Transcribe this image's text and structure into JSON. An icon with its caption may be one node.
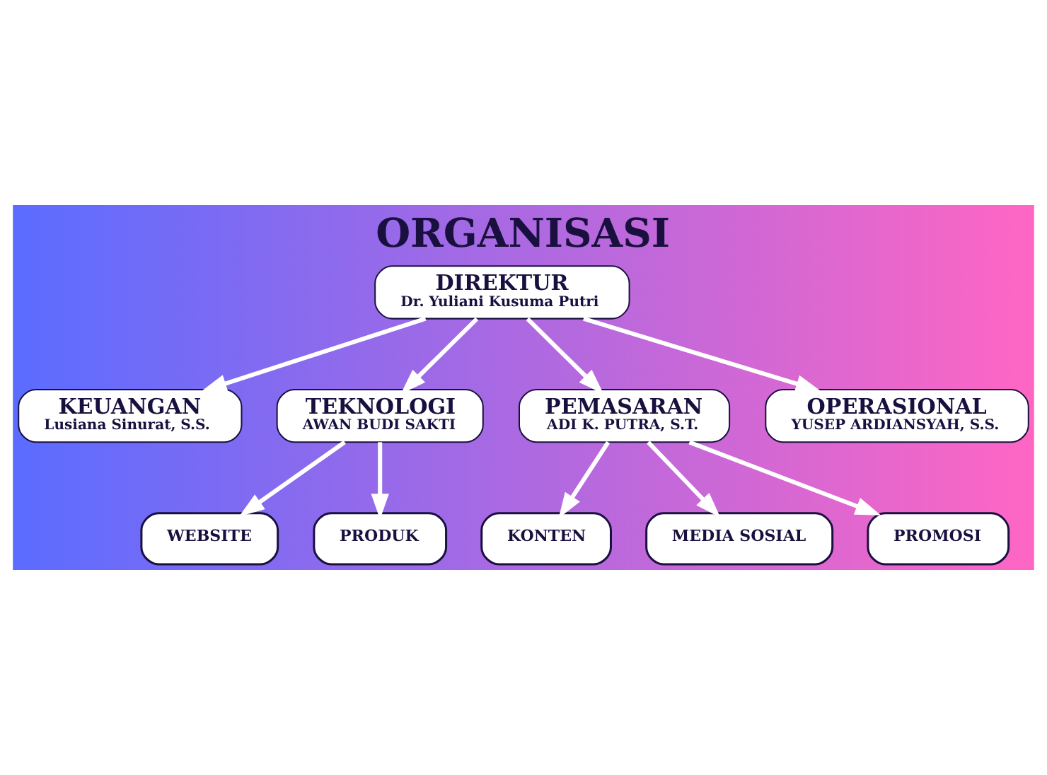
{
  "diagram": {
    "title": "ORGANISASI",
    "nodes": [
      {
        "text": [
          "DIREKTUR",
          "Dr. Yuliani Kusuma Putri"
        ]
      },
      {
        "text": [
          "KEUANGAN",
          "Lusiana Sinurat, S.S."
        ]
      },
      {
        "text": [
          "TEKNOLOGI",
          "AWAN BUDI SAKTI"
        ]
      },
      {
        "text": [
          "PEMASARAN",
          "ADI K. PUTRA, S.T."
        ]
      },
      {
        "text": [
          "OPERASIONAL",
          "YUSEP ARDIANSYAH, S.S."
        ]
      },
      {
        "text": [
          "WEBSITE"
        ]
      },
      {
        "text": [
          "PRODUK"
        ]
      },
      {
        "text": [
          "KONTEN"
        ]
      },
      {
        "text": [
          "MEDIA SOSIAL"
        ]
      },
      {
        "text": [
          "PROMOSI"
        ]
      }
    ],
    "edges": [
      {
        "from": 0,
        "to": 1,
        "arrow": "to"
      },
      {
        "from": 0,
        "to": 2,
        "arrow": "to"
      },
      {
        "from": 0,
        "to": 3,
        "arrow": "to"
      },
      {
        "from": 0,
        "to": 4,
        "arrow": "to"
      },
      {
        "from": 2,
        "to": 5,
        "arrow": "to"
      },
      {
        "from": 2,
        "to": 6,
        "arrow": "to"
      },
      {
        "from": 3,
        "to": 7,
        "arrow": "to"
      },
      {
        "from": 3,
        "to": 8,
        "arrow": "to"
      },
      {
        "from": 3,
        "to": 9,
        "arrow": "to"
      }
    ]
  }
}
